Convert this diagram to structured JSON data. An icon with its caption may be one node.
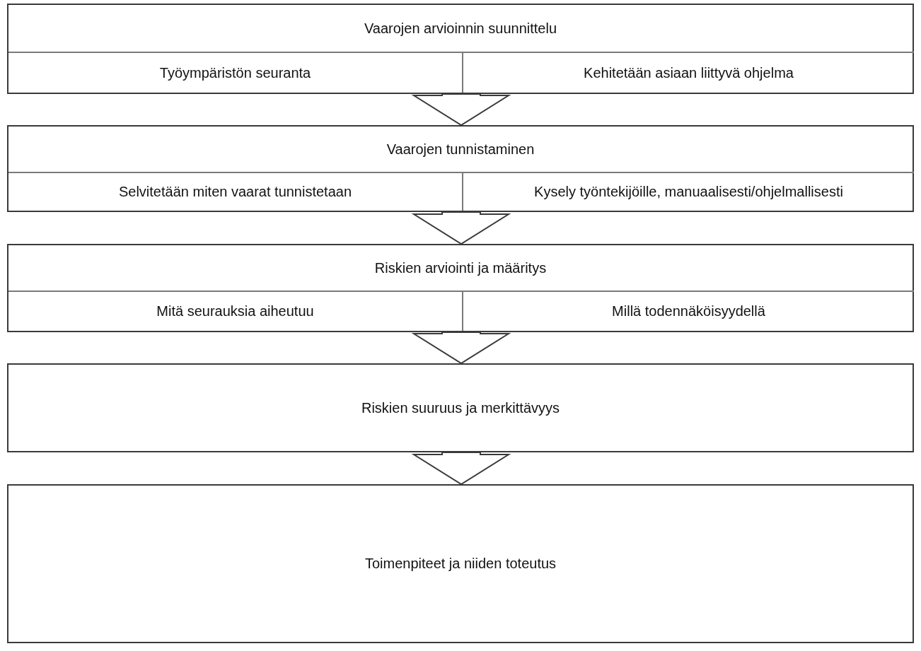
{
  "diagram": {
    "nodes": [
      {
        "text": [
          "Vaarojen arvioinnin suunnittelu"
        ]
      },
      {
        "text": [
          "Työympäristön seuranta"
        ],
        "in": 0
      },
      {
        "text": [
          "Kehitetään asiaan liittyvä ohjelma"
        ],
        "in": 0
      },
      {
        "text": [
          "Vaarojen tunnistaminen"
        ]
      },
      {
        "text": [
          "Selvitetään miten vaarat tunnistetaan"
        ],
        "in": 3
      },
      {
        "text": [
          "Kysely työntekijöille, manuaalisesti/ohjelmallisesti"
        ],
        "in": 3
      },
      {
        "text": [
          "Riskien arviointi ja määritys"
        ]
      },
      {
        "text": [
          "Mitä seurauksia aiheutuu"
        ],
        "in": 6
      },
      {
        "text": [
          "Millä todennäköisyydellä"
        ],
        "in": 6
      },
      {
        "text": [
          "Riskien suuruus ja merkittävyys"
        ]
      },
      {
        "text": [
          "Toimenpiteet ja niiden toteutus"
        ]
      }
    ],
    "edges": [
      {
        "from": 0,
        "to": 3,
        "arrow": "to"
      },
      {
        "from": 3,
        "to": 6,
        "arrow": "to"
      },
      {
        "from": 6,
        "to": 9,
        "arrow": "to"
      },
      {
        "from": 9,
        "to": 10,
        "arrow": "to"
      }
    ]
  }
}
